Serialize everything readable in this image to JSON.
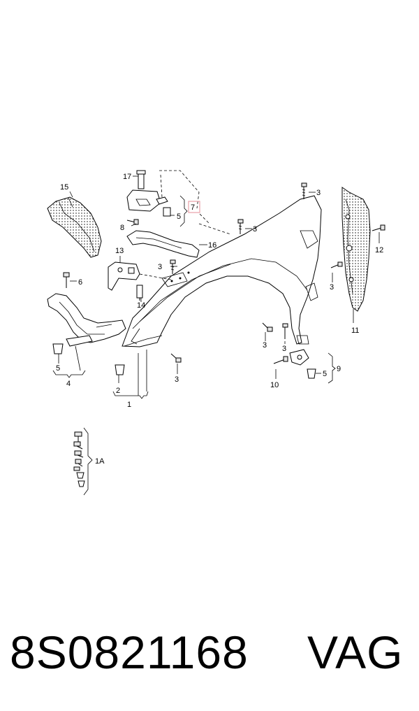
{
  "diagram": {
    "callouts": {
      "c1": "1",
      "c1a": "1A",
      "c2": "2",
      "c3a": "3",
      "c3b": "3",
      "c3c": "3",
      "c3d": "3",
      "c3e": "3",
      "c3f": "3",
      "c3g": "3",
      "c4": "4",
      "c5a": "5",
      "c5b": "5",
      "c5c": "5",
      "c6": "6",
      "c7": "7",
      "c8": "8",
      "c9": "9",
      "c10": "10",
      "c11": "11",
      "c12": "12",
      "c13": "13",
      "c14": "14",
      "c15": "15",
      "c16": "16",
      "c17": "17"
    }
  },
  "footer": {
    "part_number": "8S0821168",
    "brand": "VAG"
  },
  "colors": {
    "line": "#000000",
    "highlight": "#e8a0a8",
    "background": "#ffffff"
  }
}
